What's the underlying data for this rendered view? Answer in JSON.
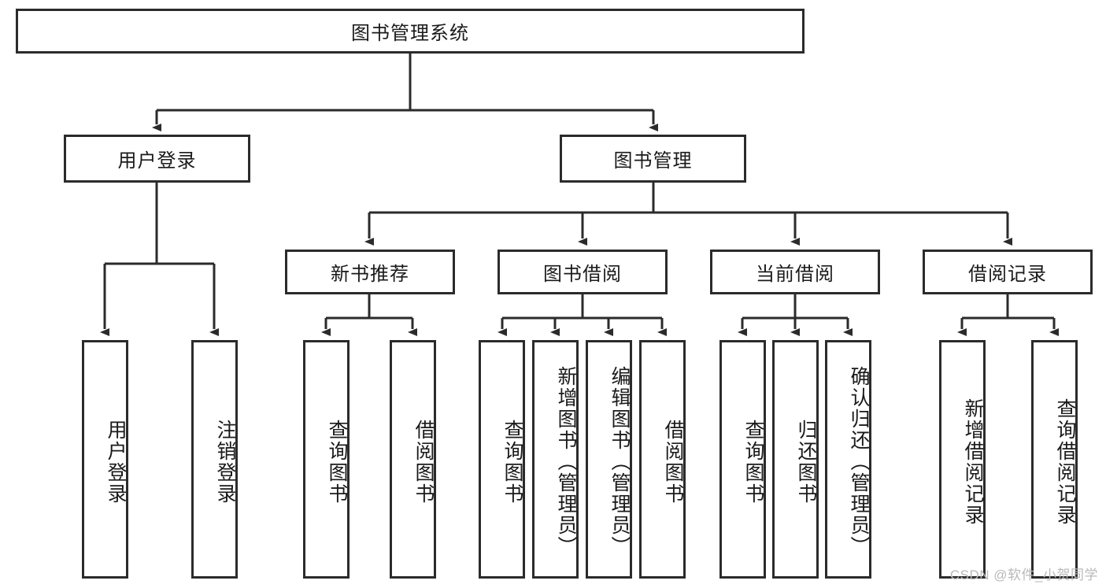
{
  "diagram": {
    "title": "图书管理系统",
    "type": "hierarchy-tree",
    "line_color": "#2b2b2b",
    "box_fill": "#ffffff",
    "text_color": "#1a1a1a",
    "levels": 4,
    "root": {
      "label": "图书管理系统"
    },
    "level2": [
      {
        "label": "用户登录"
      },
      {
        "label": "图书管理"
      }
    ],
    "level3": [
      {
        "label": "新书推荐"
      },
      {
        "label": "图书借阅"
      },
      {
        "label": "当前借阅"
      },
      {
        "label": "借阅记录"
      }
    ],
    "leaves": {
      "user_login": [
        {
          "label": "用户登录"
        },
        {
          "label": "注销登录"
        }
      ],
      "new_book": [
        {
          "label": "查询图书"
        },
        {
          "label": "借阅图书"
        }
      ],
      "book_borrow": [
        {
          "label": "查询图书"
        },
        {
          "label": "新增图书（管理员）"
        },
        {
          "label": "编辑图书（管理员）"
        },
        {
          "label": "借阅图书"
        }
      ],
      "current_borrow": [
        {
          "label": "查询图书"
        },
        {
          "label": "归还图书"
        },
        {
          "label": "确认归还（管理员）"
        }
      ],
      "borrow_record": [
        {
          "label": "新增借阅记录"
        },
        {
          "label": "查询借阅记录"
        }
      ]
    }
  },
  "watermark": {
    "text": "CSDN @软件_小贺同学"
  }
}
